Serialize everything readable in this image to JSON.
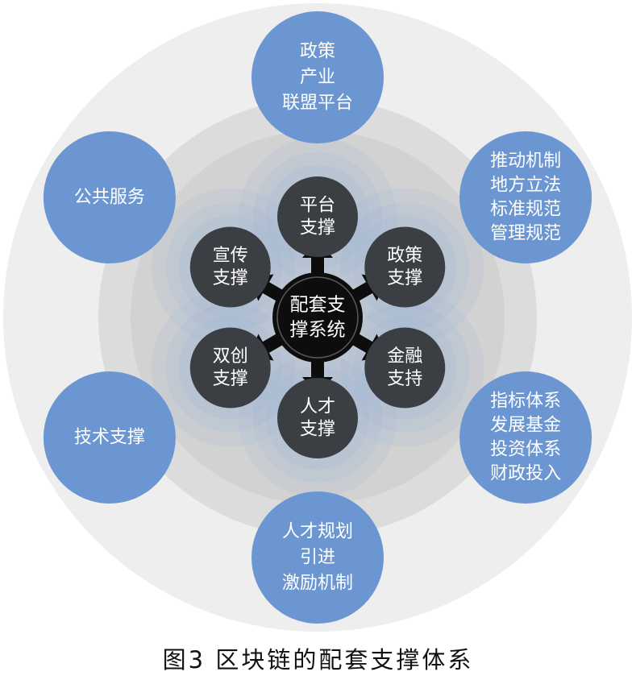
{
  "center": {
    "lines": [
      "配套支",
      "撑系统"
    ]
  },
  "inner_nodes": [
    {
      "id": "platform",
      "lines": [
        "平台",
        "支撑"
      ]
    },
    {
      "id": "policy",
      "lines": [
        "政策",
        "支撑"
      ]
    },
    {
      "id": "finance",
      "lines": [
        "金融",
        "支持"
      ]
    },
    {
      "id": "talent",
      "lines": [
        "人才",
        "支撑"
      ]
    },
    {
      "id": "dual-innovation",
      "lines": [
        "双创",
        "支撑"
      ]
    },
    {
      "id": "publicity",
      "lines": [
        "宣传",
        "支撑"
      ]
    }
  ],
  "outer_nodes": [
    {
      "id": "policy-industry-alliance",
      "lines": [
        "政策",
        "产业",
        "联盟平台"
      ]
    },
    {
      "id": "mechanism-legislation",
      "lines": [
        "推动机制",
        "地方立法",
        "标准规范",
        "管理规范"
      ]
    },
    {
      "id": "indicator-fund",
      "lines": [
        "指标体系",
        "发展基金",
        "投资体系",
        "财政投入"
      ]
    },
    {
      "id": "talent-planning",
      "lines": [
        "人才规划",
        "引进",
        "激励机制"
      ]
    },
    {
      "id": "tech-support",
      "lines": [
        "技术支撑"
      ]
    },
    {
      "id": "public-service",
      "lines": [
        "公共服务"
      ]
    }
  ],
  "caption": "图3 区块链的配套支撑体系",
  "colors": {
    "outer_node": "#6b96d1",
    "inner_node": "#3b3f43",
    "center": "#0d0d0d",
    "ring_light": "#eeeeee",
    "ring_mid": "#dcdcdc",
    "ring_dark": "#cacaca",
    "halo": "#9ab4d2",
    "text_light": "#ffffff"
  }
}
